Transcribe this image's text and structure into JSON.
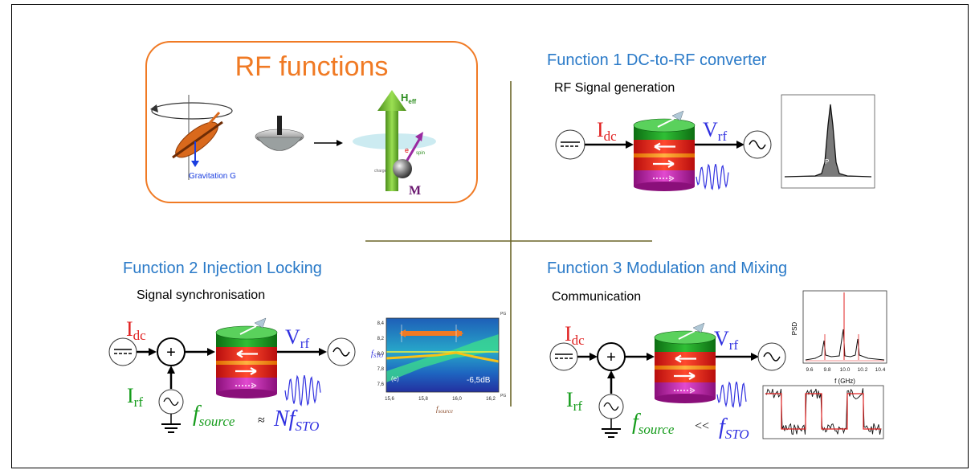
{
  "rf_box": {
    "title": "RF functions",
    "gravitation_label": "Gravitation G",
    "heff_label": "H",
    "heff_sub": "eff",
    "e_label": "e",
    "spin_label": "spin",
    "charge_label": "charge",
    "m_label": "M"
  },
  "f1": {
    "title": "Function 1 DC-to-RF converter",
    "subtitle": "RF Signal generation",
    "idc": "I",
    "idc_sub": "dc",
    "vrf": "V",
    "vrf_sub": "rf",
    "psd_peak_label": "P"
  },
  "f2": {
    "title": "Function 2 Injection Locking",
    "subtitle": "Signal synchronisation",
    "idc": "I",
    "idc_sub": "dc",
    "irf": "I",
    "irf_sub": "rf",
    "vrf": "V",
    "vrf_sub": "rf",
    "plus": "+",
    "fsource": "f",
    "fsource_sub": "source",
    "approx": "≈",
    "nfsto": "Nf",
    "nfsto_sub": "STO",
    "map": {
      "yticks": [
        "8,4",
        "8,2",
        "8,0",
        "7,8",
        "7,6"
      ],
      "xticks": [
        "15,6",
        "15,8",
        "16,0",
        "16,2"
      ],
      "fsto_label": "f",
      "fsto_sub": "STO",
      "panel_label": "(e)",
      "db_label": "-6,5dB",
      "xaxis_label": "f",
      "xaxis_sub": "source",
      "corner_tr": "PG",
      "corner_br": "PG"
    }
  },
  "f3": {
    "title": "Function 3 Modulation and Mixing",
    "subtitle": "Communication",
    "idc": "I",
    "idc_sub": "dc",
    "irf": "I",
    "irf_sub": "rf",
    "vrf": "V",
    "vrf_sub": "rf",
    "plus": "+",
    "fsource": "f",
    "fsource_sub": "source",
    "ll": "<<",
    "fsto": "f",
    "fsto_sub": "STO",
    "spectrum": {
      "ylabel": "PSD",
      "xticks": [
        "9.6",
        "9.8",
        "10.0",
        "10.2",
        "10.4"
      ],
      "xlabel": "f (GHz)"
    }
  },
  "colors": {
    "blue_title": "#2a7ac8",
    "orange": "#f07a24",
    "red_label": "#e02020",
    "blue_label": "#3030e0",
    "green_label": "#169c1c",
    "cross": "#6b6528"
  }
}
